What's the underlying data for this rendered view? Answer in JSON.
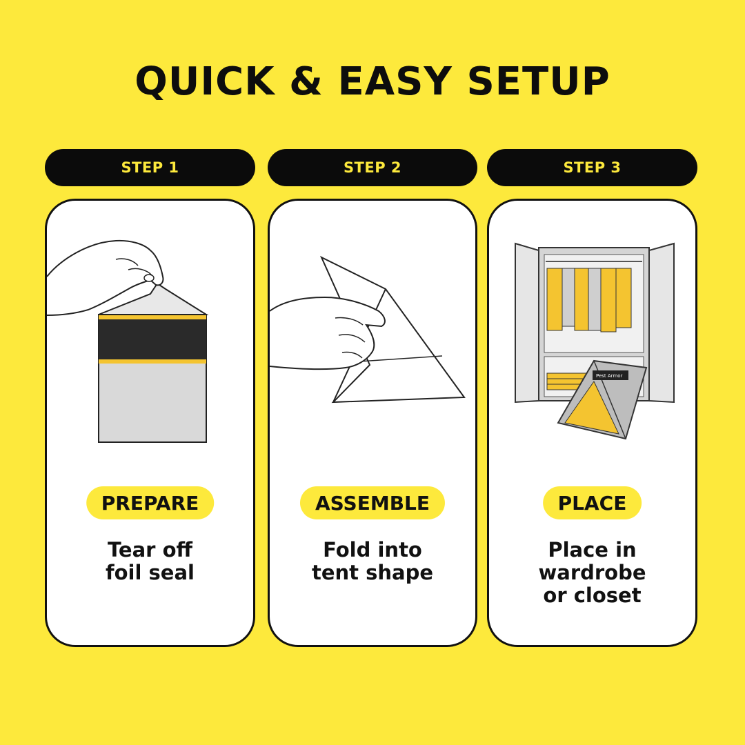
{
  "title": "QUICK & EASY SETUP",
  "steps": [
    {
      "step_label": "STEP 1",
      "action": "PREPARE",
      "description": "Tear off\nfoil seal"
    },
    {
      "step_label": "STEP 2",
      "action": "ASSEMBLE",
      "description": "Fold into\ntent shape"
    },
    {
      "step_label": "STEP 3",
      "action": "PLACE",
      "description": "Place in\nwardrobe\nor closet"
    }
  ],
  "illustration_text": "Pest Armor",
  "colors": {
    "background": "#FDE93C",
    "pill": "#0b0b0b",
    "accent": "#FDE93C",
    "garment_yellow": "#F4C430",
    "garment_gray": "#cfcfcf"
  }
}
